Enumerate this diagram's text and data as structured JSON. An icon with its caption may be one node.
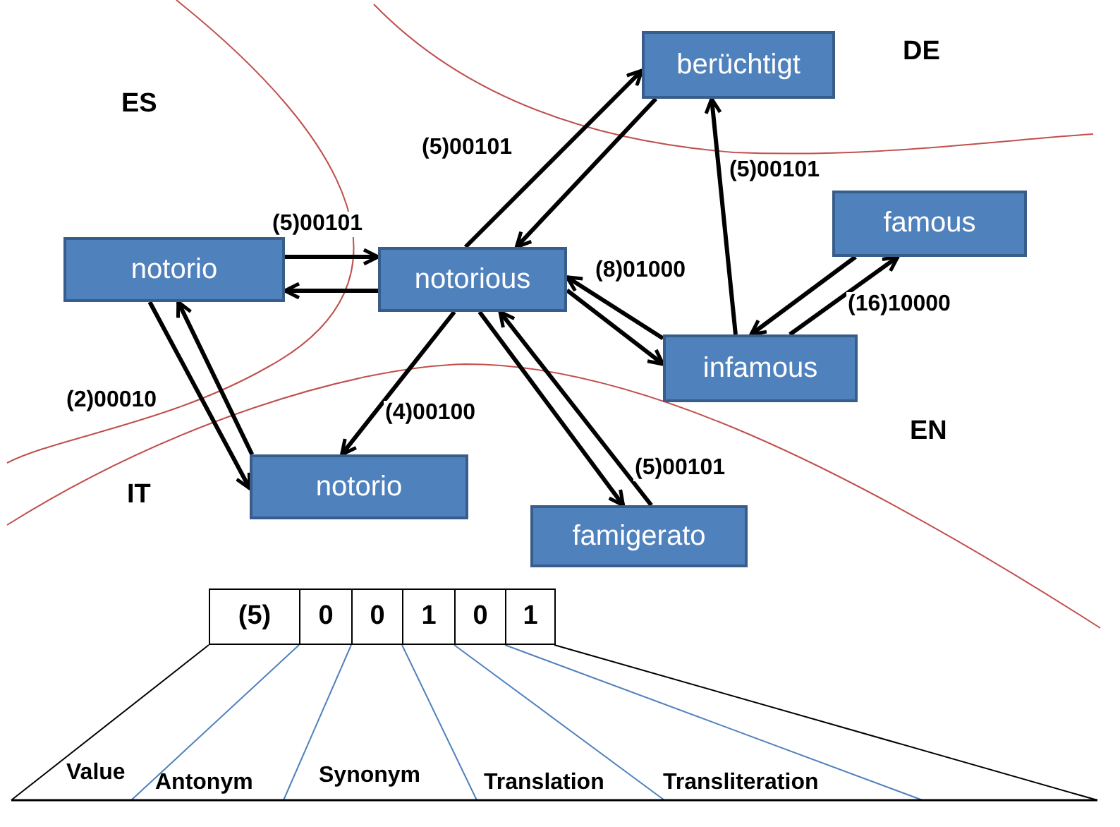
{
  "diagram": {
    "nodes": [
      {
        "text": [
          "notorio"
        ]
      },
      {
        "text": [
          "notorious"
        ]
      },
      {
        "text": [
          "berüchtigt"
        ]
      },
      {
        "text": [
          "famous"
        ]
      },
      {
        "text": [
          "infamous"
        ]
      },
      {
        "text": [
          "notorio"
        ]
      },
      {
        "text": [
          "famigerato"
        ]
      }
    ],
    "edges": [
      {
        "from": 0,
        "to": 1,
        "arrow": "to",
        "label": "(5)00101"
      },
      {
        "from": 1,
        "to": 0,
        "arrow": "to"
      },
      {
        "from": 1,
        "to": 2,
        "arrow": "to",
        "label": "(5)00101"
      },
      {
        "from": 2,
        "to": 1,
        "arrow": "to"
      },
      {
        "from": 4,
        "to": 2,
        "arrow": "to",
        "label": "(5)00101"
      },
      {
        "from": 1,
        "to": 4,
        "arrow": "to",
        "label": "(8)01000"
      },
      {
        "from": 4,
        "to": 1,
        "arrow": "to"
      },
      {
        "from": 4,
        "to": 3,
        "arrow": "to",
        "label": "(16)10000"
      },
      {
        "from": 3,
        "to": 4,
        "arrow": "to"
      },
      {
        "from": 0,
        "to": 5,
        "arrow": "to",
        "label": "(2)00010"
      },
      {
        "from": 5,
        "to": 0,
        "arrow": "to"
      },
      {
        "from": 1,
        "to": 5,
        "arrow": "to",
        "label": "(4)00100"
      },
      {
        "from": 1,
        "to": 6,
        "arrow": "to"
      },
      {
        "from": 6,
        "to": 1,
        "arrow": "to",
        "label": "(5)00101"
      }
    ],
    "labels": [
      "DE",
      "ES",
      "EN",
      "IT",
      "(5)",
      "0",
      "0",
      "1",
      "0",
      "1",
      "Value",
      "Antonym",
      "Synonym",
      "Translation",
      "Transliteration"
    ]
  }
}
